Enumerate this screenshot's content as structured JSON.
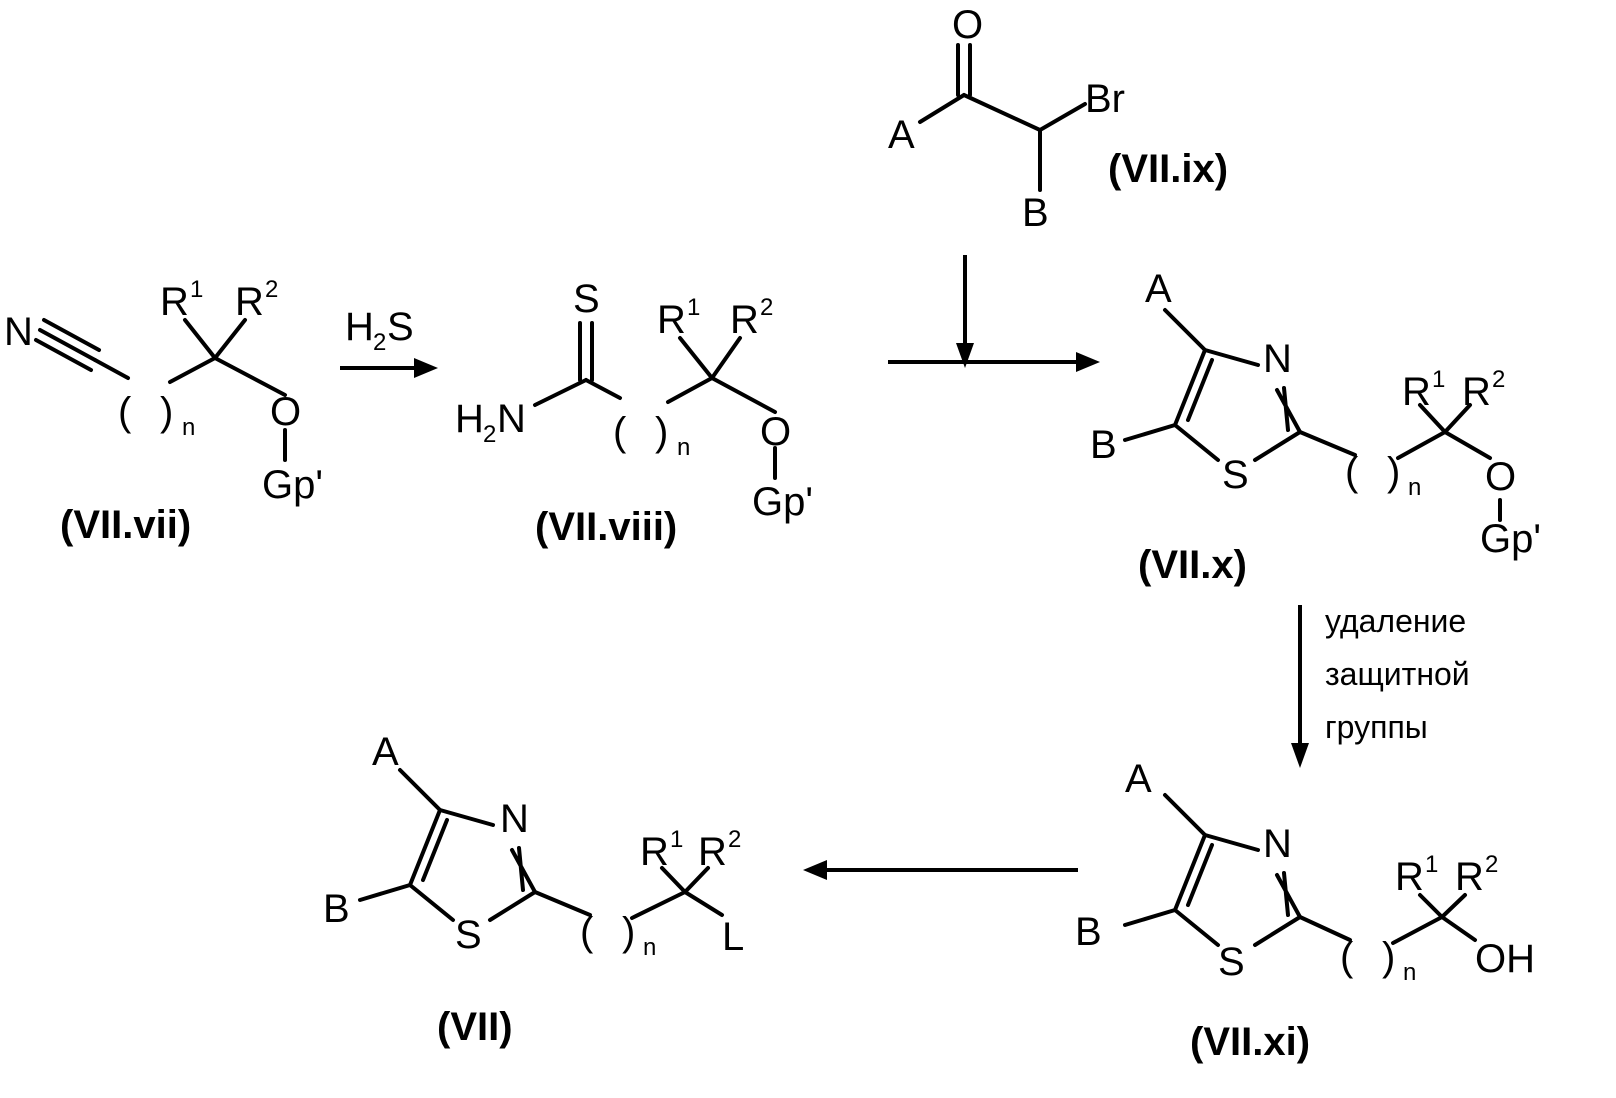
{
  "compounds": {
    "vii": {
      "label": "(VII.vii)"
    },
    "viii": {
      "label": "(VII.viii)"
    },
    "ix": {
      "label": "(VII.ix)"
    },
    "x": {
      "label": "(VII.x)"
    },
    "xi": {
      "label": "(VII.xi)"
    },
    "final": {
      "label": "(VII)"
    }
  },
  "atoms": {
    "N": "N",
    "S": "S",
    "O": "O",
    "H": "H",
    "OH": "OH",
    "Br": "Br",
    "A": "A",
    "B": "B",
    "L": "L",
    "R": "R",
    "Gp": "Gp'",
    "n": "n",
    "one": "1",
    "two": "2",
    "paren_open": "(",
    "paren_close": ")"
  },
  "reagents": {
    "step1": {
      "main": "H",
      "sub": "2",
      "tail": "S"
    },
    "deprotection": [
      "удаление",
      "защитной",
      "группы"
    ]
  }
}
